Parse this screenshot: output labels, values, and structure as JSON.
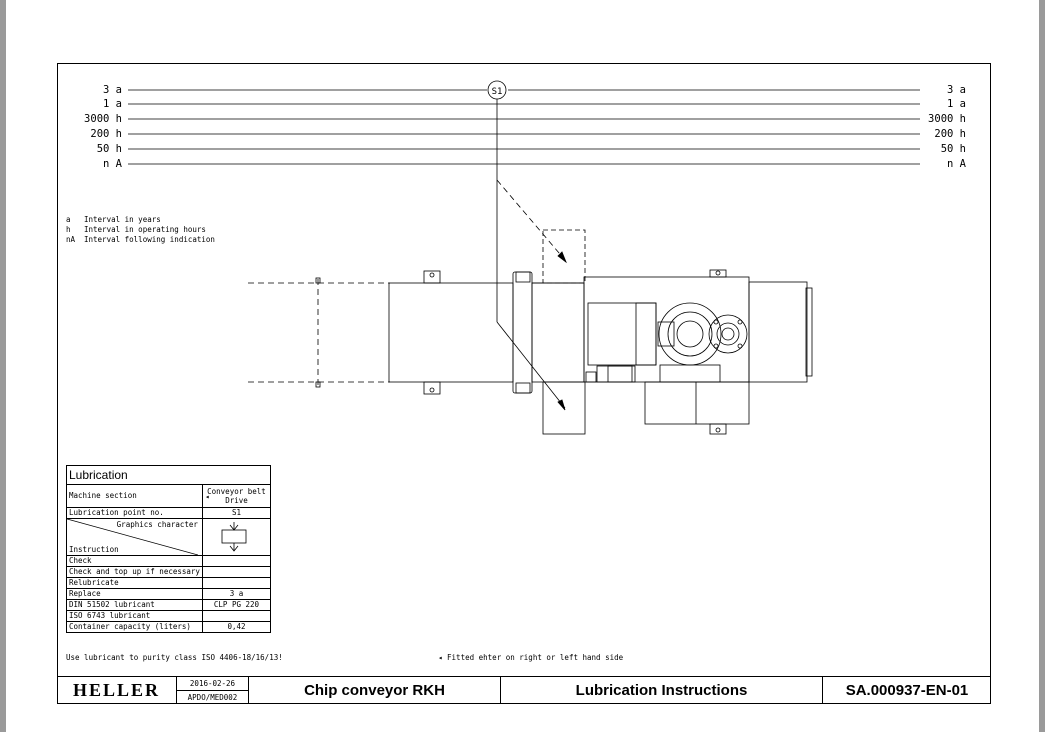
{
  "frequency_scale": [
    {
      "value": "3",
      "unit": "a"
    },
    {
      "value": "1",
      "unit": "a"
    },
    {
      "value": "3000",
      "unit": "h"
    },
    {
      "value": "200",
      "unit": "h"
    },
    {
      "value": "50",
      "unit": "h"
    },
    {
      "value": "n",
      "unit": "A"
    }
  ],
  "point_marker": "S1",
  "legend": [
    {
      "abbr": "a",
      "text": "Interval in years"
    },
    {
      "abbr": "h",
      "text": "Interval in operating hours"
    },
    {
      "abbr": "nA",
      "text": "Interval following indication"
    }
  ],
  "lubrication_table": {
    "title": "Lubrication",
    "machine_section_label": "Machine section",
    "machine_section_value_line1": "Conveyor belt",
    "machine_section_value_line2": "Drive",
    "machine_section_mark": "◂",
    "point_no_label": "Lubrication point no.",
    "point_no_value": "S1",
    "graphics_character_label": "Graphics character",
    "instruction_label": "Instruction",
    "rows": [
      {
        "label": "Check",
        "value": ""
      },
      {
        "label": "Check and top up if necessary",
        "value": ""
      },
      {
        "label": "Relubricate",
        "value": ""
      },
      {
        "label": "Replace",
        "value": "3  a"
      },
      {
        "label": "DIN 51502 lubricant",
        "value": "CLP PG 220"
      },
      {
        "label": "ISO 6743 lubricant",
        "value": ""
      },
      {
        "label": "Container capacity (liters)",
        "value": "0,42"
      }
    ]
  },
  "notes": {
    "purity": "Use lubricant to purity class ISO 4406-18/16/13!",
    "fitted": "◂  Fitted ehter on right or left hand side"
  },
  "title_block": {
    "logo": "HELLER",
    "date": "2016-02-26",
    "code": "APDO/MED002",
    "machine": "Chip conveyor RKH",
    "doc_title": "Lubrication Instructions",
    "doc_number": "SA.000937-EN-01"
  }
}
